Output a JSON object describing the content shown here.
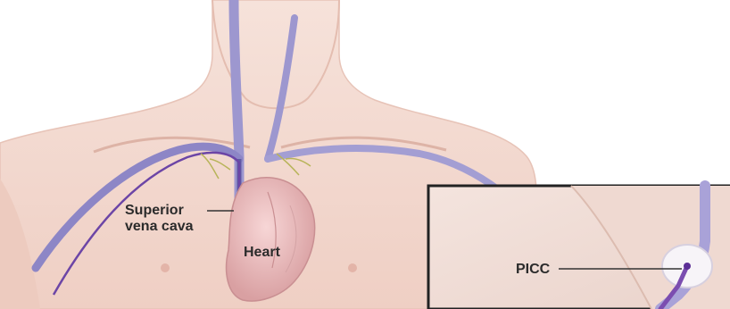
{
  "labels": {
    "superior_vena_cava_line1": "Superior",
    "superior_vena_cava_line2": "vena cava",
    "heart": "Heart",
    "picc": "PICC"
  },
  "colors": {
    "skin": "#f3d9cf",
    "skin_shadow": "#e2b9ac",
    "vein": "#8b86c4",
    "vein_dark": "#5f5aa3",
    "heart": "#e9b7b7",
    "catheter": "#7b4db0",
    "inset_border": "#222222"
  }
}
